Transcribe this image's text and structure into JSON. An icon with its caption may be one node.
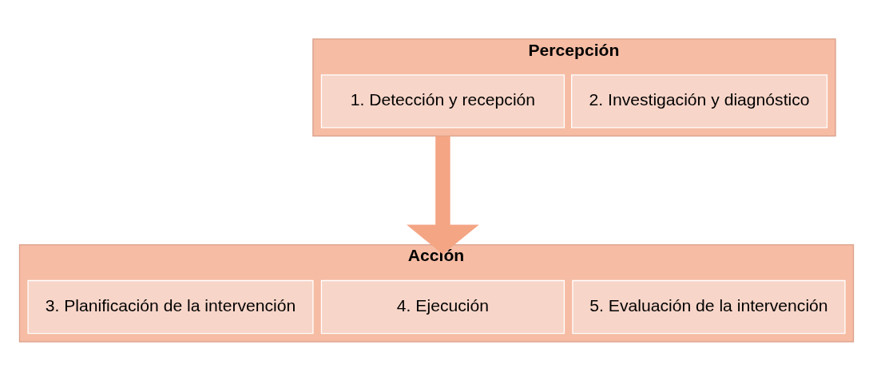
{
  "diagram": {
    "nodes": [
      {
        "text": [
          "Percepción"
        ]
      },
      {
        "text": [
          "1. Detección y recepción"
        ],
        "in": 0
      },
      {
        "text": [
          "2. Investigación y diagnóstico"
        ],
        "in": 0
      },
      {
        "text": [
          "Acción"
        ]
      },
      {
        "text": [
          "3. Planificación de la intervención"
        ],
        "in": 3
      },
      {
        "text": [
          "4. Ejecución"
        ],
        "in": 3
      },
      {
        "text": [
          "5. Evaluación de la intervención"
        ],
        "in": 3
      }
    ],
    "edges": [
      {
        "from": 0,
        "to": 3,
        "arrow": "to",
        "color": "#f4a584"
      }
    ]
  }
}
